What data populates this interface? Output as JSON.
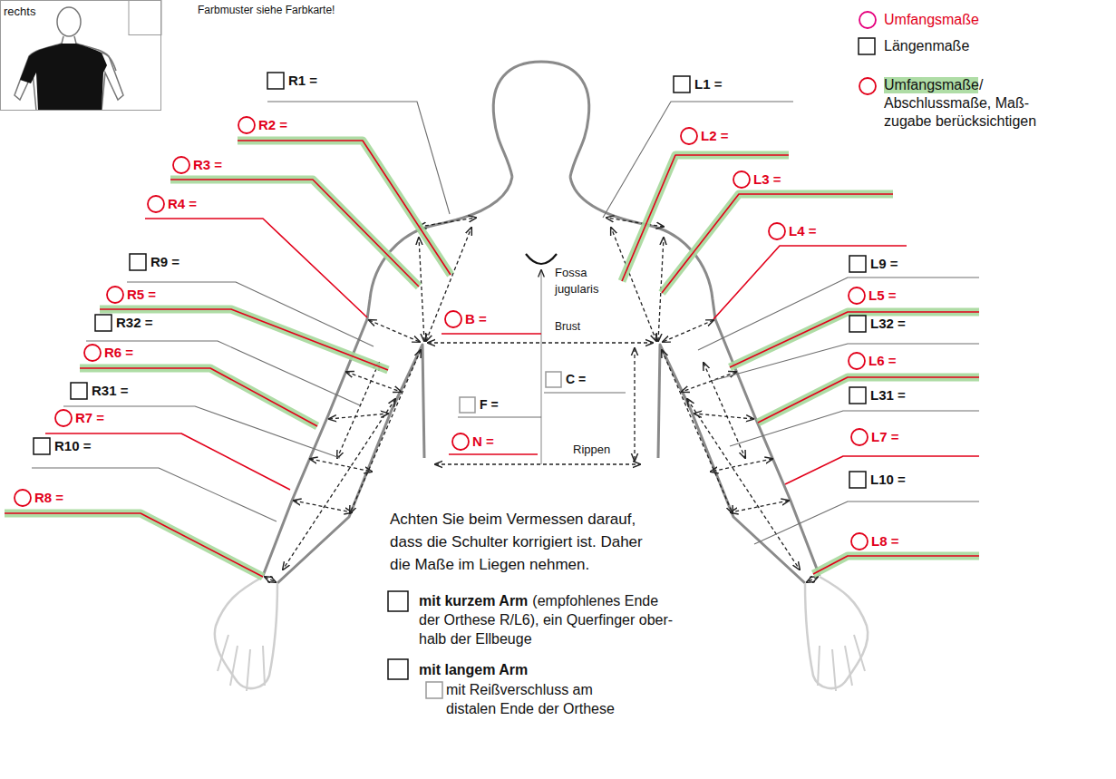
{
  "diagram": {
    "nodes": [
      {
        "text": [
          "rechts"
        ]
      }
    ],
    "labels": [
      "Farbmuster siehe Farbkarte!",
      "R1 =",
      "R2 =",
      "R3 =",
      "R4 =",
      "R9 =",
      "R5 =",
      "R32 =",
      "R6 =",
      "R31 =",
      "R7 =",
      "R10 =",
      "R8 =",
      "L1 =",
      "L2 =",
      "L3 =",
      "L4 =",
      "L9 =",
      "L5 =",
      "L32 =",
      "L6 =",
      "L31 =",
      "L7 =",
      "L10 =",
      "L8 =",
      "Fossa jugularis",
      "B =",
      "Brust",
      "C =",
      "F =",
      "N =",
      "Rippen",
      "Achten Sie beim Vermessen darauf, dass die Schulter korrigiert ist. Daher die Maße im Liegen nehmen.",
      "mit kurzem Arm",
      "(empfohlenes Ende der Orthese R/L6), ein Querfinger ober- halb der Ellbeuge",
      "mit langem Arm",
      "mit Reißverschluss am distalen Ende der Orthese"
    ],
    "legend": [
      {
        "text": "Umfangsmaße"
      },
      {
        "text": "Längenmaße"
      },
      {
        "text": "Umfangsmaße/ Abschlussmaße, Maß- zugabe berücksichtigen"
      }
    ]
  }
}
